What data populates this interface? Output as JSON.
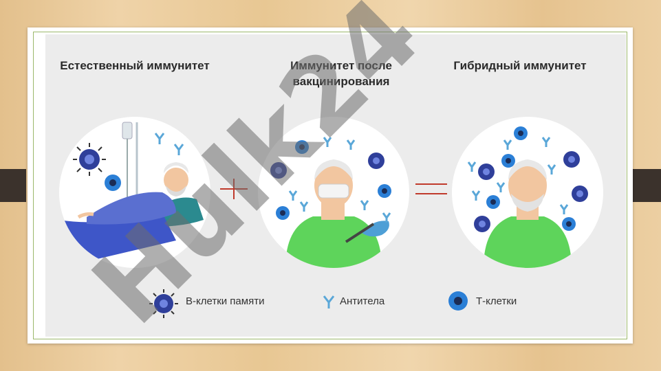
{
  "titles": {
    "natural": "Естественный иммунитет",
    "vaccine": "Иммунитет после вакцинирования",
    "hybrid": "Гибридный иммунитет"
  },
  "operators": {
    "plus": "+",
    "equals": "="
  },
  "legend": {
    "b_cells": "В-клетки памяти",
    "antibodies": "Антитела",
    "t_cells": "Т-клетки"
  },
  "watermark": "Hulk24",
  "colors": {
    "b_cell": "#2f3f9a",
    "t_cell": "#2b7fd6",
    "antibody": "#5aa7d8",
    "shirt_green": "#5ed45b",
    "patient_blue": "#5a6fd0",
    "operator_red": "#c0392b"
  }
}
